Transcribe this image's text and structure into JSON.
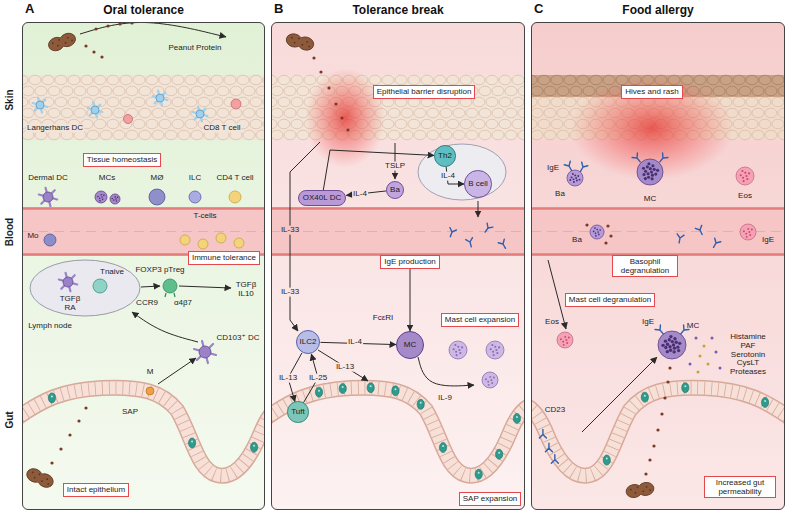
{
  "diagram": {
    "nodes": [
      {
        "text": [
          "A",
          "Oral tolerance"
        ]
      },
      {
        "text": [
          "Tissue homeostasis"
        ],
        "in": 0
      },
      {
        "text": [
          "Immune tolerance"
        ],
        "in": 0
      },
      {
        "text": [
          "Intact epithelium"
        ],
        "in": 0
      },
      {
        "text": [
          "B",
          "Tolerance break"
        ]
      },
      {
        "text": [
          "Epithelial barrier disruption"
        ],
        "in": 4
      },
      {
        "text": [
          "OX40L DC"
        ],
        "in": 4
      },
      {
        "text": [
          "Ba"
        ],
        "in": 4
      },
      {
        "text": [
          "Th2"
        ],
        "in": 4
      },
      {
        "text": [
          "B cell"
        ],
        "in": 4
      },
      {
        "text": [
          "IgE production"
        ],
        "in": 4
      },
      {
        "text": [
          "ILC2"
        ],
        "in": 4
      },
      {
        "text": [
          "MC"
        ],
        "in": 4
      },
      {
        "text": [
          "Mast cell expansion"
        ],
        "in": 4
      },
      {
        "text": [
          "Tuft"
        ],
        "in": 4
      },
      {
        "text": [
          "SAP expansion"
        ],
        "in": 4
      },
      {
        "text": [
          "C",
          "Food allergy"
        ]
      },
      {
        "text": [
          "Hives and rash"
        ],
        "in": 16
      },
      {
        "text": [
          "Basophil degranulation"
        ],
        "in": 16
      },
      {
        "text": [
          "Mast cell degranulation"
        ],
        "in": 16
      },
      {
        "text": [
          "Increased gut permeability"
        ],
        "in": 16
      }
    ],
    "edges": [
      {
        "from": 7,
        "to": 6,
        "label": "IL-4",
        "arrow": "to"
      },
      {
        "from": 6,
        "to": 8,
        "arrow": "to"
      },
      {
        "from": 8,
        "to": 9,
        "label": "IL-4",
        "arrow": "to"
      },
      {
        "from": 11,
        "to": 12,
        "label": "IL-4",
        "arrow": "to"
      },
      {
        "from": 11,
        "to": 14,
        "label": "IL-13",
        "arrow": "to"
      },
      {
        "from": 14,
        "to": 11,
        "label": "IL-25",
        "arrow": "to"
      },
      {
        "from": 10,
        "to": 12,
        "arrow": "to"
      }
    ],
    "labels": [
      "Skin",
      "Blood",
      "Gut",
      "Peanut Protein",
      "Langerhans DC",
      "CD8 T cell",
      "Dermal DC",
      "MCs",
      "MØ",
      "ILC",
      "CD4 T cell",
      "Mo",
      "T-cells",
      "Tnaive",
      "TGFβ RA",
      "Lymph node",
      "FOXP3 pTreg",
      "CCR9",
      "α4β7",
      "TGFβ IL10",
      "CD103⁺ DC",
      "M",
      "SAP",
      "IL-33",
      "TSLP",
      "IL-33",
      "FcεRI",
      "IL-9",
      "IL-13",
      "IgE",
      "Ba",
      "MC",
      "Eos",
      "Ba",
      "IgE",
      "Eos",
      "IgE",
      "MC",
      "Histamine PAF Serotonin CysLT Proteases",
      "CD23"
    ]
  }
}
